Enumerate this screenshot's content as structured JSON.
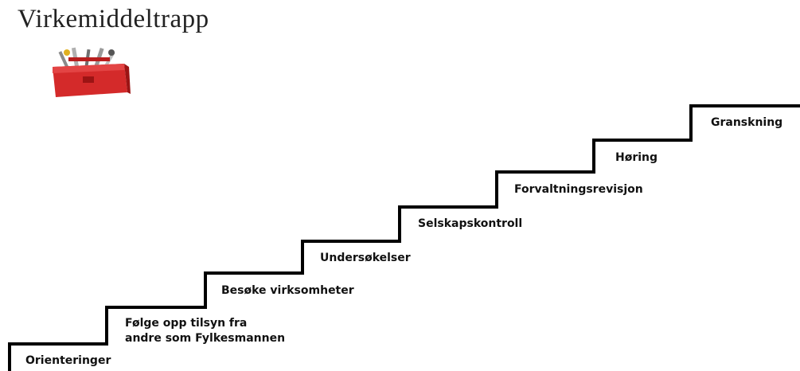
{
  "title": "Virkemiddeltrapp",
  "icon": "toolbox-icon",
  "steps": [
    {
      "label": "Orienteringer"
    },
    {
      "label_line1": "Følge opp tilsyn fra",
      "label_line2": "andre som Fylkesmannen"
    },
    {
      "label": "Besøke virksomheter"
    },
    {
      "label": "Undersøkelser"
    },
    {
      "label": "Selskapskontroll"
    },
    {
      "label": "Forvaltningsrevisjon"
    },
    {
      "label": "Høring"
    },
    {
      "label": "Granskning"
    }
  ],
  "colors": {
    "stair_line": "#000000",
    "toolbox_red": "#d42a2a",
    "toolbox_dark": "#9c1414"
  }
}
